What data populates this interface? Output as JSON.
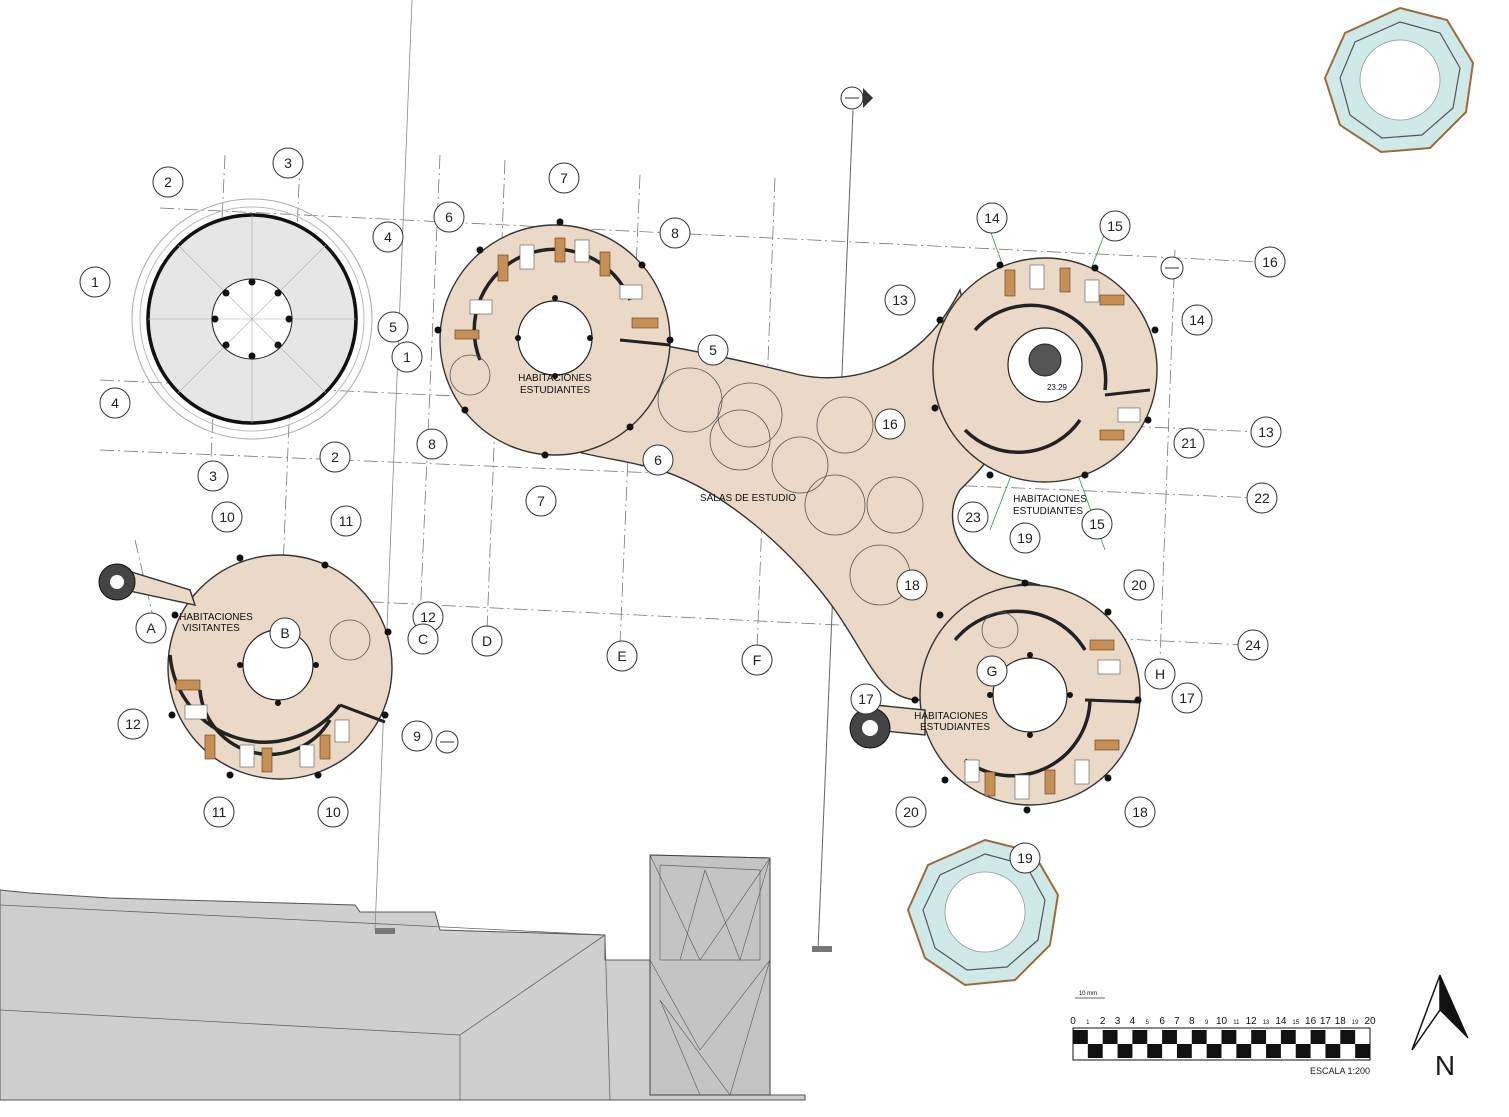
{
  "rooms": {
    "visitantes_line1": "HABITACIONES",
    "visitantes_line2": "VISITANTES",
    "estudiantes_line1": "HABITACIONES",
    "estudiantes_line2": "ESTUDIANTES",
    "salas": "SALAS DE ESTUDIO"
  },
  "level_mark": "23.29",
  "scale": {
    "unit_label": "10 mm",
    "title": "ESCALA 1:200",
    "major_ticks": [
      "0",
      "2",
      "3",
      "4",
      "6",
      "7",
      "8",
      "10",
      "12",
      "14",
      "16",
      "17",
      "18",
      "20"
    ],
    "minor_ticks": [
      "1",
      "5",
      "9",
      "11",
      "13",
      "15",
      "19"
    ]
  },
  "north_label": "N",
  "grid_bubbles": {
    "circle_1": [
      "1",
      "2",
      "3",
      "4",
      "1",
      "2",
      "3",
      "4"
    ],
    "cluster_a": [
      "5",
      "6",
      "7",
      "8",
      "5",
      "6",
      "7",
      "8"
    ],
    "cluster_b": [
      "13",
      "14",
      "15",
      "16",
      "21",
      "13",
      "22",
      "23",
      "15",
      "14",
      "16"
    ],
    "cluster_c": [
      "10",
      "11",
      "12",
      "A",
      "B",
      "C",
      "12",
      "9",
      "11",
      "10"
    ],
    "cluster_d": [
      "19",
      "20",
      "24",
      "G",
      "H",
      "17",
      "17",
      "20",
      "18",
      "19",
      "18"
    ],
    "letters": [
      "D",
      "E",
      "F"
    ]
  },
  "colors": {
    "floor": "#ead9c6",
    "wood": "#c58f55",
    "glass": "#cfe9e8",
    "roof_grey": "#cfcfcf"
  }
}
